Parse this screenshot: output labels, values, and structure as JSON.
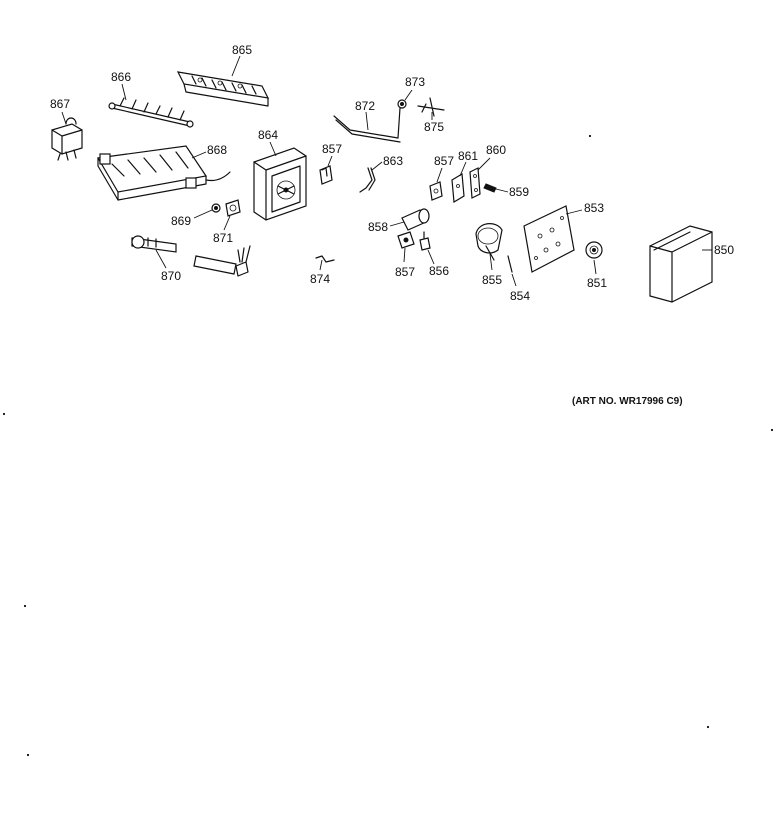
{
  "diagram": {
    "art_number": "(ART NO. WR17996 C9)",
    "parts": [
      {
        "key": "p865",
        "label": "865"
      },
      {
        "key": "p866",
        "label": "866"
      },
      {
        "key": "p867",
        "label": "867"
      },
      {
        "key": "p868",
        "label": "868"
      },
      {
        "key": "p864",
        "label": "864"
      },
      {
        "key": "p869",
        "label": "869"
      },
      {
        "key": "p871",
        "label": "871"
      },
      {
        "key": "p870",
        "label": "870"
      },
      {
        "key": "p872",
        "label": "872"
      },
      {
        "key": "p873",
        "label": "873"
      },
      {
        "key": "p875",
        "label": "875"
      },
      {
        "key": "p857a",
        "label": "857"
      },
      {
        "key": "p863",
        "label": "863"
      },
      {
        "key": "p857b",
        "label": "857"
      },
      {
        "key": "p861",
        "label": "861"
      },
      {
        "key": "p860",
        "label": "860"
      },
      {
        "key": "p859",
        "label": "859"
      },
      {
        "key": "p853",
        "label": "853"
      },
      {
        "key": "p858",
        "label": "858"
      },
      {
        "key": "p857c",
        "label": "857"
      },
      {
        "key": "p856",
        "label": "856"
      },
      {
        "key": "p855",
        "label": "855"
      },
      {
        "key": "p854",
        "label": "854"
      },
      {
        "key": "p851",
        "label": "851"
      },
      {
        "key": "p850",
        "label": "850"
      },
      {
        "key": "p874",
        "label": "874"
      }
    ]
  }
}
